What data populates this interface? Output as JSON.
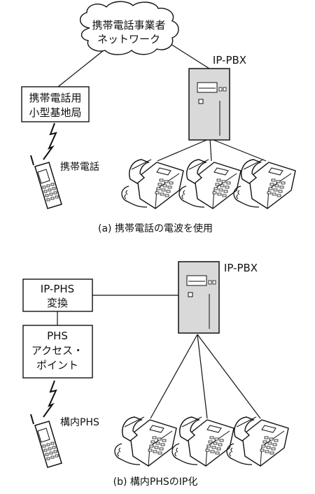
{
  "figure_a": {
    "cloud_line1": "携帯電話事業者",
    "cloud_line2": "ネットワーク",
    "pbx_label": "IP-PBX",
    "base_station_line1": "携帯電話用",
    "base_station_line2": "小型基地局",
    "mobile_label": "携帯電話",
    "caption": "(a) 携帯電話の電波を使用"
  },
  "figure_b": {
    "pbx_label": "IP-PBX",
    "converter_line1": "IP-PHS",
    "converter_line2": "変換",
    "access_point_line1": "PHS",
    "access_point_line2": "アクセス・",
    "access_point_line3": "ポイント",
    "mobile_label": "構内PHS",
    "caption": "(b) 構内PHSのIP化"
  },
  "colors": {
    "stroke": "#111111",
    "tower_fill": "#d9d9d9",
    "background": "#ffffff"
  }
}
